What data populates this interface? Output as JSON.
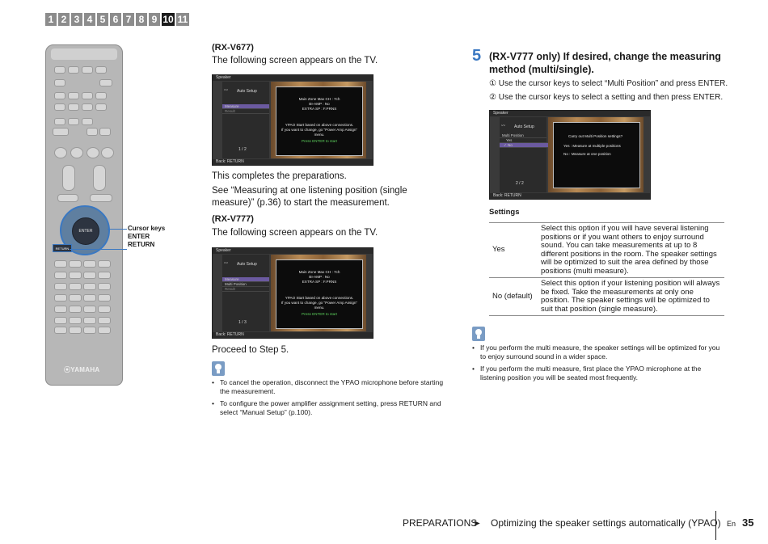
{
  "tabs": [
    "1",
    "2",
    "3",
    "4",
    "5",
    "6",
    "7",
    "8",
    "9",
    "10",
    "11"
  ],
  "active_tab": "10",
  "remote": {
    "brand": "⦿YAMAHA",
    "enter_label": "ENTER",
    "return_label": "RETURN"
  },
  "callout": {
    "line1": "Cursor keys",
    "line2": "ENTER",
    "line3": "RETURN"
  },
  "left": {
    "heading_677": "(RX-V677)",
    "intro_677": "The following screen appears on the TV.",
    "complete": "This completes the preparations.",
    "see_text": "See “Measuring at one listening position (single measure)” (p.36) to start the measurement.",
    "heading_777": "(RX-V777)",
    "intro_777": "The following screen appears on the TV.",
    "proceed": "Proceed to Step 5.",
    "tips": [
      "To cancel the operation, disconnect the YPAO microphone before starting the measurement.",
      "To configure the power amplifier assignment setting, press RETURN and select “Manual Setup” (p.100)."
    ]
  },
  "screen1": {
    "top_bar": "Speaker",
    "title": "Auto Setup",
    "menu": [
      "Measure",
      "Result"
    ],
    "page": "1 / 2",
    "bottom_bar": "Back: RETURN",
    "line1": "Main Zone Max CH :  7ch",
    "line2": "BI-AMP :  No",
    "line3": "EXTRA SP :  F.PRNS",
    "note1": "YPAO Start based on above connections.",
    "note2": "If you want to change, go \"Power Amp Assign\" menu.",
    "action": "Press ENTER to start"
  },
  "screen2": {
    "top_bar": "Speaker",
    "title": "Auto Setup",
    "menu": [
      "Measure",
      "Multi Position",
      "Result"
    ],
    "page": "1 / 3",
    "bottom_bar": "Back: RETURN",
    "line1": "Main Zone Max CH :  7ch",
    "line2": "BI-AMP :  No",
    "line3": "EXTRA SP :  F.PRNS",
    "note1": "YPAO Start based on above connections.",
    "note2": "If you want to change, go \"Power Amp Assign\" menu.",
    "action": "Press ENTER to start"
  },
  "step5": {
    "number": "5",
    "title_line1": "(RX-V777 only) If desired, change the measuring",
    "title_line2": "method (multi/single).",
    "sub1": "① Use the cursor keys to select “Multi Position” and press ENTER.",
    "sub2": "② Use the cursor keys to select a setting and then press ENTER."
  },
  "screen3": {
    "top_bar": "Speaker",
    "title": "Auto Setup",
    "menu_header": "Multi Position",
    "options": [
      "Yes",
      "✓ No"
    ],
    "page": "2 / 2",
    "bottom_bar": "Back: RETURN",
    "question": "Carry out Multi Position settings?",
    "yes_line": "Yes : Measure at multiple positions",
    "no_line": "No : Measure at one position"
  },
  "settings": {
    "heading": "Settings",
    "rows": [
      {
        "key": "Yes",
        "value": "Select this option if you will have several listening positions or if you want others to enjoy surround sound. You can take measurements at up to 8 different positions in the room. The speaker settings will be optimized to suit the area defined by those positions (multi measure)."
      },
      {
        "key": "No (default)",
        "value": "Select this option if your listening position will always be fixed. Take the measurements at only one position. The speaker settings will be optimized to suit that position (single measure)."
      }
    ]
  },
  "right_tips": [
    "If you perform the multi measure, the speaker settings will be optimized for you to enjoy surround sound in a wider space.",
    "If you perform the multi measure, first place the YPAO microphone at the listening position you will be seated most frequently."
  ],
  "footer": {
    "section": "PREPARATIONS",
    "arrow": "➤",
    "topic": "Optimizing the speaker settings automatically (YPAO)",
    "lang": "En",
    "page": "35"
  }
}
